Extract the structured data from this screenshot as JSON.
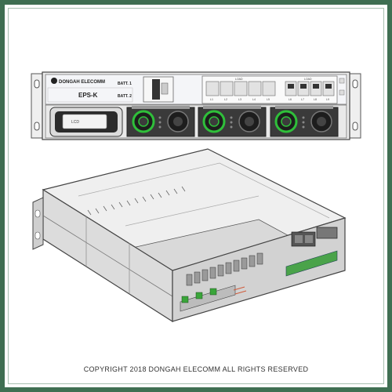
{
  "front_panel": {
    "brand": "DONGAH ELECOMM",
    "model": "EPS-K",
    "batt1_label": "BATT. 1",
    "batt2_label": "BATT. 2",
    "lcd_label": "LCD",
    "breaker_group1_label": "LOAD",
    "breaker_group2_label": "LOAD",
    "breaker_labels_group1": [
      "L1",
      "L2",
      "L3",
      "L4",
      "L5"
    ],
    "breaker_labels_group2": [
      "L6",
      "L7",
      "L8",
      "L9"
    ],
    "rectifier_count": 3,
    "status_color": "#2fbf3a"
  },
  "footer": {
    "copyright": "COPYRIGHT 2018 DONGAH ELECOMM ALL RIGHTS RESERVED"
  },
  "colors": {
    "frame": "#3f6f52",
    "chassis": "#e6e6e6",
    "rectifier_green": "#2fbf3a"
  }
}
